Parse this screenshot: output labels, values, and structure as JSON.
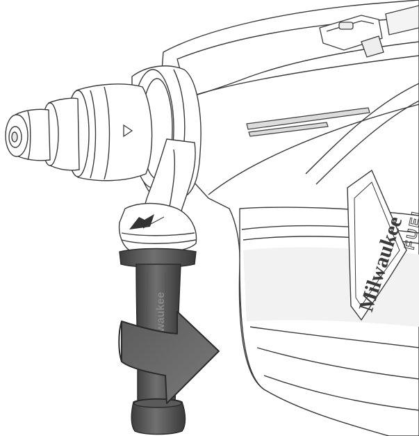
{
  "illustration": {
    "subject": "rotary-hammer-side-handle-rotation",
    "colors": {
      "outline": "#3a3a3a",
      "body_fill": "#ffffff",
      "shadow_fill": "#e6e6e6",
      "handle_dark": "#4a4a4a",
      "handle_mid": "#6a6a6a",
      "arrow_fill": "#6b6b6b",
      "arrow_stroke": "#2a2a2a"
    }
  },
  "tool": {
    "brand_label": "Milwaukee",
    "series_label": "FUEL",
    "handle_mark": "Milwaukee"
  },
  "arrow": {
    "icon": "rotate-right-arrow-icon"
  }
}
